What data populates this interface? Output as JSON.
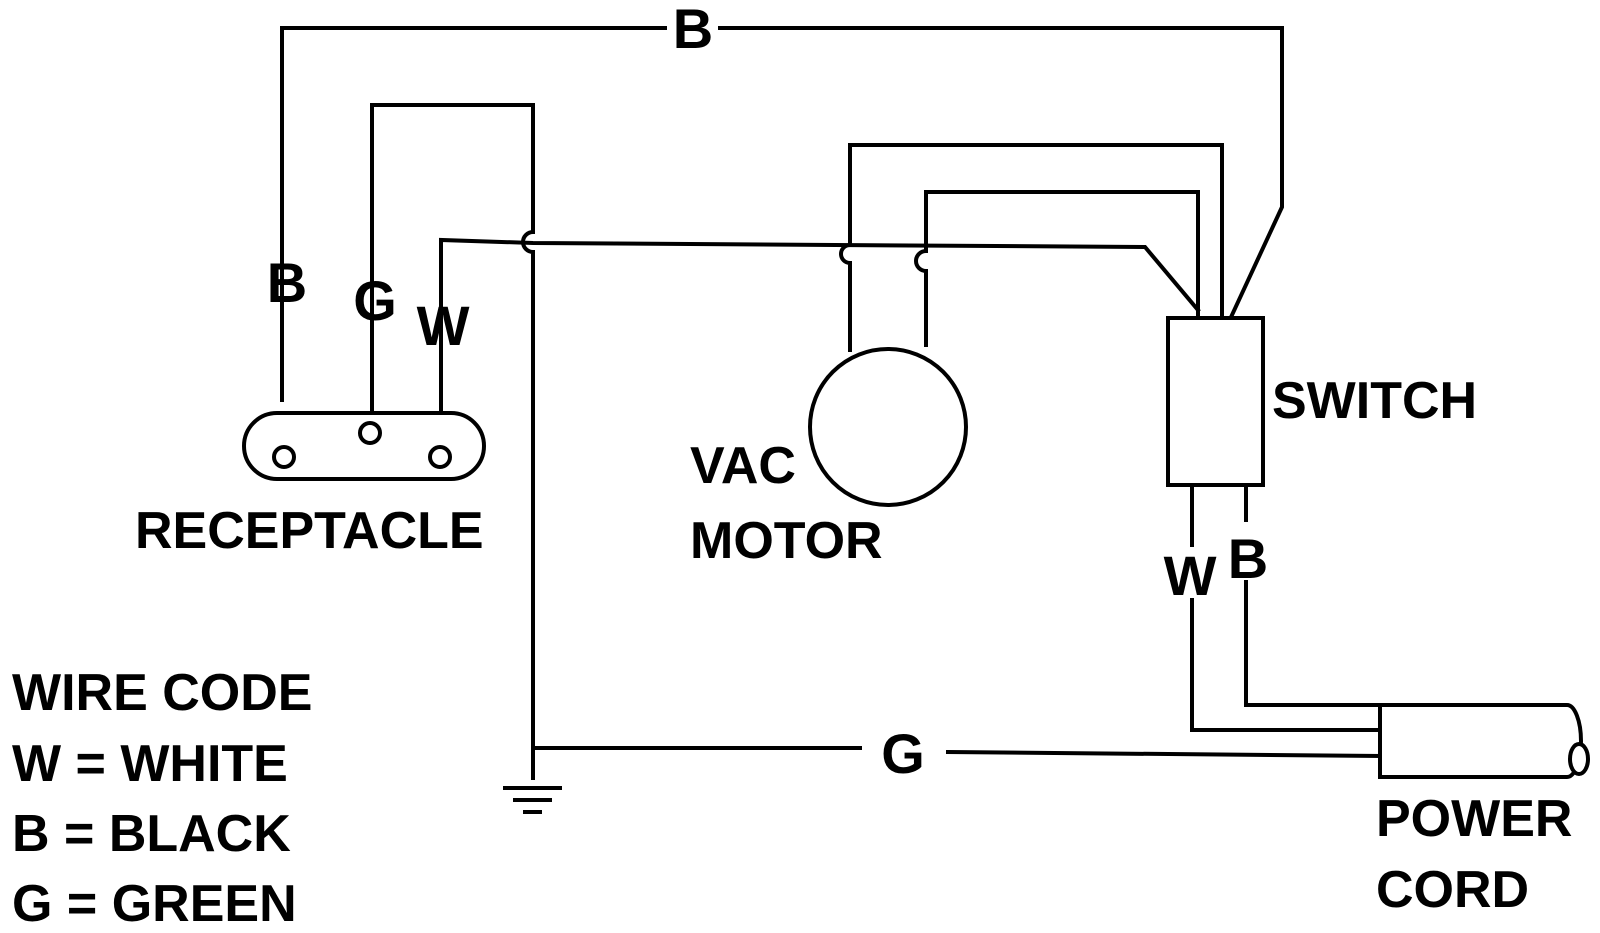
{
  "wire_labels": {
    "top_b": "B",
    "rec_b": "B",
    "rec_g": "G",
    "rec_w": "W",
    "sw_w": "W",
    "sw_b": "B",
    "ground_g": "G"
  },
  "components": {
    "receptacle": "RECEPTACLE",
    "motor_line1": "VAC",
    "motor_line2": "MOTOR",
    "switch": "SWITCH",
    "cord_line1": "POWER",
    "cord_line2": "CORD"
  },
  "legend": {
    "title": "WIRE CODE",
    "items": [
      "W = WHITE",
      "B = BLACK",
      "G = GREEN"
    ]
  }
}
